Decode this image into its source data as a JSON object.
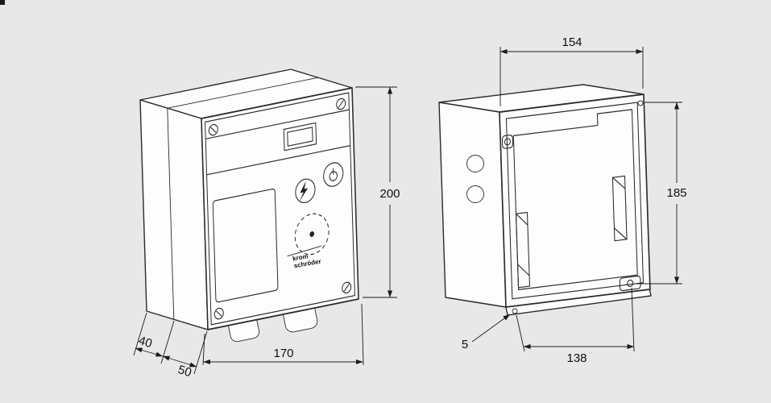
{
  "drawing": {
    "background": "#e8e8e8",
    "line_color": "#2b2b2b",
    "left_view": {
      "logo": {
        "line1": "krom",
        "line2": "schröder"
      },
      "icons": {
        "reset": "reset-lightning-icon",
        "power": "power-icon",
        "knob": "dashed-knob-circle-icon",
        "screw": "corner-screw-icon"
      },
      "dimensions": {
        "height": "200",
        "width": "170",
        "depth_rear": "40",
        "depth_front": "50"
      }
    },
    "right_view": {
      "icons": {
        "knockout": "cable-knockout-icon",
        "hole": "mounting-hole-icon"
      },
      "dimensions": {
        "width": "154",
        "height": "185",
        "hole_spacing": "138",
        "hole_offset": "5"
      }
    }
  }
}
